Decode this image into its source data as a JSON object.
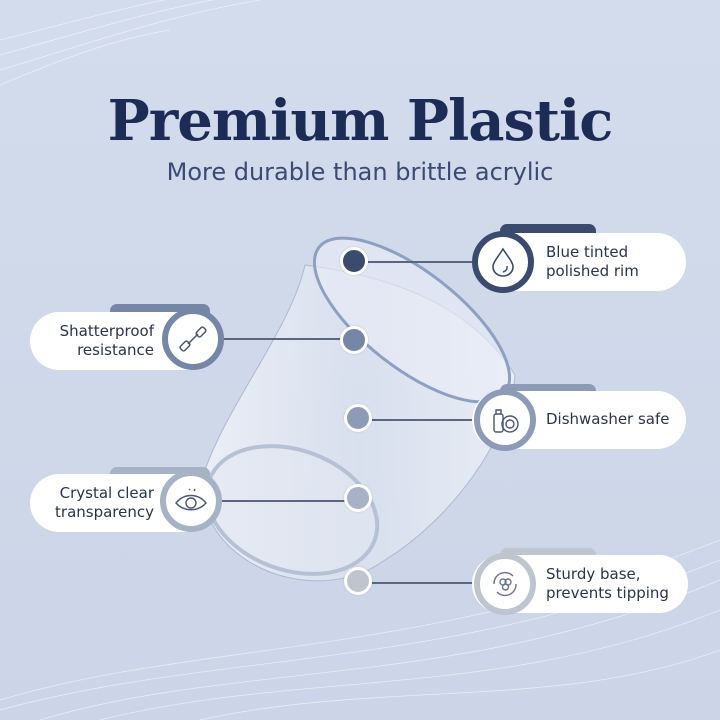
{
  "header": {
    "title": "Premium Plastic",
    "subtitle": "More durable than brittle acrylic"
  },
  "features": [
    {
      "label_line1": "Blue tinted",
      "label_line2": "polished rim",
      "icon": "water-drop-icon",
      "color": "#3a4b6d"
    },
    {
      "label_line1": "Shatterproof",
      "label_line2": "resistance",
      "icon": "dumbbell-icon",
      "color": "#7686a6"
    },
    {
      "label_line1": "Dishwasher safe",
      "label_line2": "",
      "icon": "dish-soap-icon",
      "color": "#8e9bb6"
    },
    {
      "label_line1": "Crystal clear",
      "label_line2": "transparency",
      "icon": "eye-icon",
      "color": "#a7b2c6"
    },
    {
      "label_line1": "Sturdy base,",
      "label_line2": "prevents tipping",
      "icon": "rotate-balance-icon",
      "color": "#bfc5cf"
    }
  ]
}
